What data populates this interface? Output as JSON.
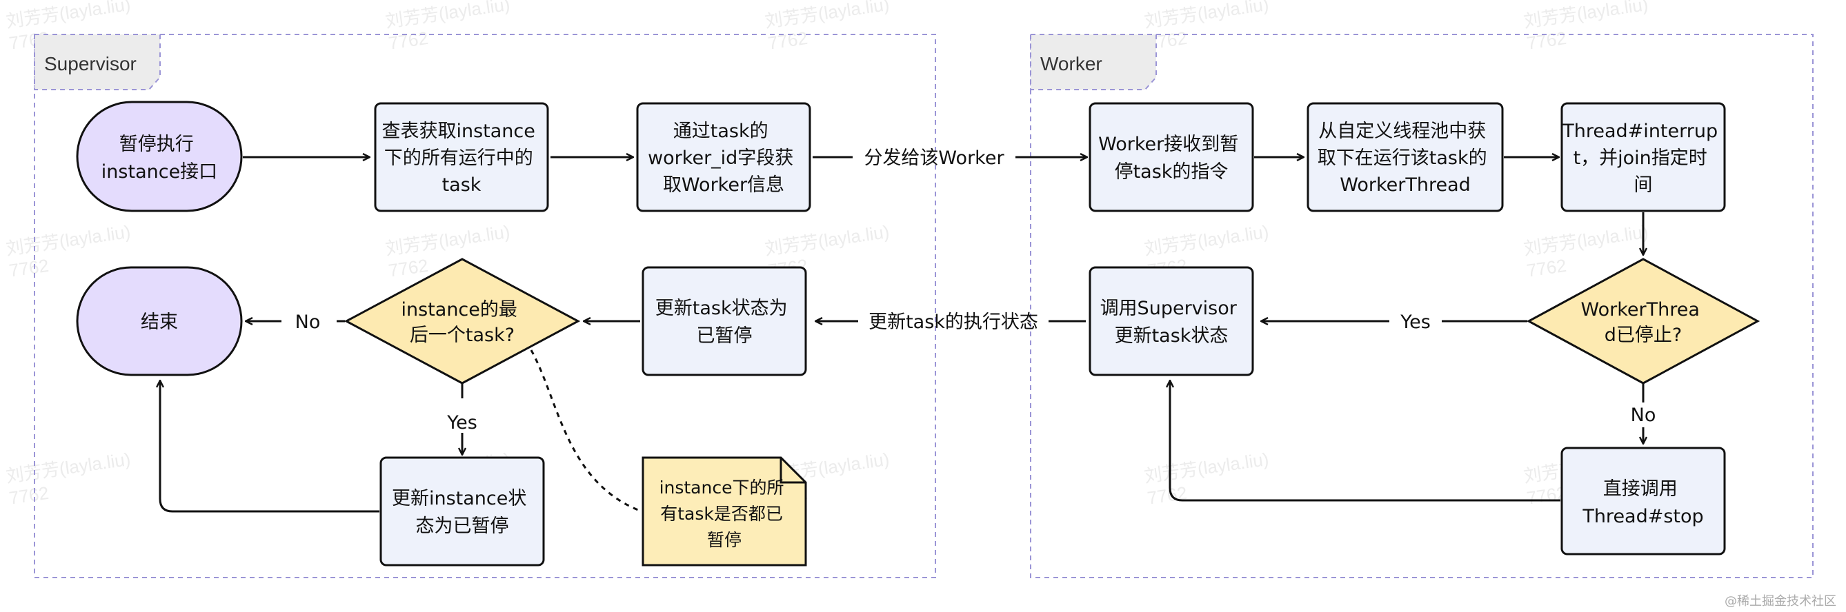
{
  "colors": {
    "process_fill": "#eef2fb",
    "terminal_fill": "#e4dcfd",
    "decision_fill": "#fdeab1",
    "note_fill": "#fdedb8",
    "stroke": "#111111",
    "group_border": "#9b95d6",
    "group_tab": "#ececec"
  },
  "groups": {
    "supervisor": {
      "title": "Supervisor"
    },
    "worker": {
      "title": "Worker"
    }
  },
  "nodes": {
    "pause_api": {
      "lines": [
        "暂停执行",
        "instance接口"
      ]
    },
    "query_tasks": {
      "lines": [
        "查表获取instance",
        "下的所有运行中的",
        "task"
      ]
    },
    "get_worker": {
      "lines": [
        "通过task的",
        "worker_id字段获",
        "取Worker信息"
      ]
    },
    "worker_receive": {
      "lines": [
        "Worker接收到暂",
        "停task的指令"
      ]
    },
    "get_thread": {
      "lines": [
        "从自定义线程池中获",
        "取下在运行该task的",
        "WorkerThread"
      ]
    },
    "interrupt": {
      "lines": [
        "Thread#interrup",
        "t，并join指定时",
        "间"
      ]
    },
    "thread_stopped": {
      "lines": [
        "WorkerThrea",
        "d已停止?"
      ]
    },
    "stop_thread": {
      "lines": [
        "直接调用",
        "Thread#stop"
      ]
    },
    "call_supervisor": {
      "lines": [
        "调用Supervisor",
        "更新task状态"
      ]
    },
    "update_task": {
      "lines": [
        "更新task状态为",
        "已暂停"
      ]
    },
    "last_task": {
      "lines": [
        "instance的最",
        "后一个task?"
      ]
    },
    "end": {
      "lines": [
        "结束"
      ]
    },
    "update_instance": {
      "lines": [
        "更新instance状",
        "态为已暂停"
      ]
    },
    "note": {
      "lines": [
        "instance下的所",
        "有task是否都已",
        "暂停"
      ]
    }
  },
  "edges": {
    "dispatch": {
      "label": "分发给该Worker"
    },
    "update_status": {
      "label": "更新task的执行状态"
    },
    "stopped_yes": {
      "label": "Yes"
    },
    "stopped_no": {
      "label": "No"
    },
    "last_no": {
      "label": "No"
    },
    "last_yes": {
      "label": "Yes"
    }
  },
  "watermark": {
    "name": "刘芳芳(layla.liu)",
    "id": "7762"
  },
  "credit": "@稀土掘金技术社区"
}
